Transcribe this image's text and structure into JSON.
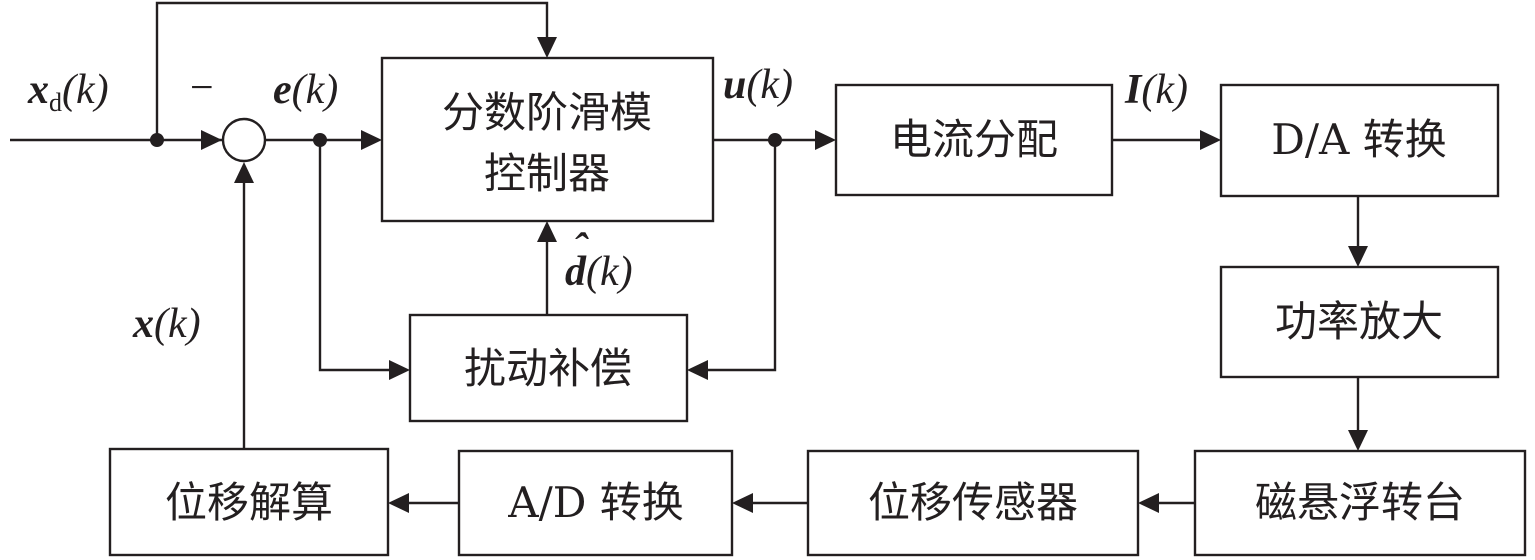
{
  "blocks": {
    "controller_line1": "分数阶滑模",
    "controller_line2": "控制器",
    "current_dist": "电流分配",
    "da_convert": "D/A 转换",
    "power_amp": "功率放大",
    "maglev_table": "磁悬浮转台",
    "disp_sensor": "位移传感器",
    "ad_convert": "A/D 转换",
    "disp_solve": "位移解算",
    "disturb_comp": "扰动补偿"
  },
  "signals": {
    "xd": {
      "var": "x",
      "sub": "d",
      "arg": "(k)"
    },
    "e": {
      "var": "e",
      "arg": "(k)"
    },
    "u": {
      "var": "u",
      "arg": "(k)"
    },
    "I": {
      "var": "I",
      "arg": "(k)"
    },
    "dhat": {
      "var": "d",
      "hat": "ˆ",
      "arg": "(k)"
    },
    "x": {
      "var": "x",
      "arg": "(k)"
    },
    "minus": "−"
  }
}
